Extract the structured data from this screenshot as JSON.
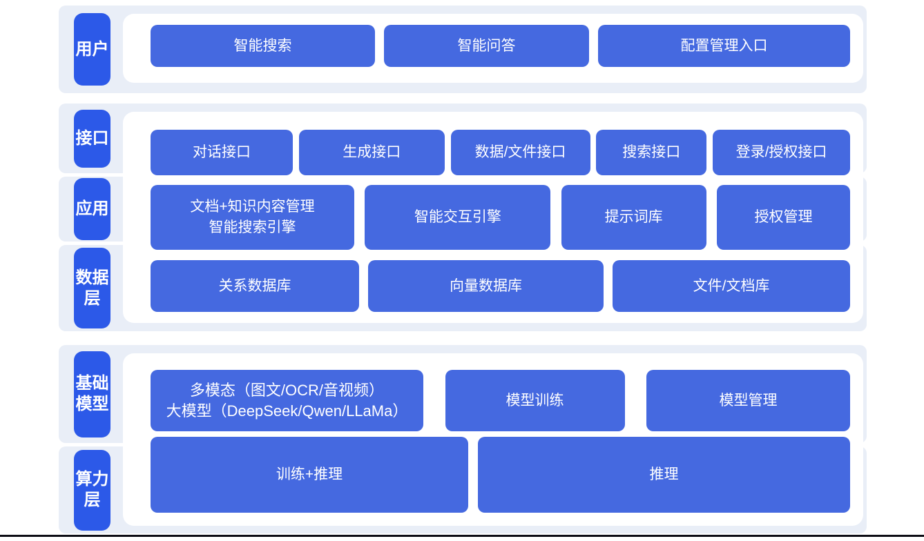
{
  "colors": {
    "band_bg": "#e9eef7",
    "layer_tile_blue": "#2c59e8",
    "node_blue": "#4569e0",
    "text": "#ffffff",
    "bottom_line": "#0c0c14"
  },
  "sections": [
    {
      "name": "user-layer",
      "labels": [
        "用户"
      ],
      "rows": [
        [
          "智能搜索",
          "智能问答",
          "配置管理入口"
        ]
      ]
    },
    {
      "name": "interface-application-data-layers",
      "labels": [
        "接口",
        "应用",
        "数据层"
      ],
      "rows": [
        [
          "对话接口",
          "生成接口",
          "数据/文件接口",
          "搜索接口",
          "登录/授权接口"
        ],
        [
          "文档+知识内容管理\n智能搜索引擎",
          "智能交互引擎",
          "提示词库",
          "授权管理"
        ],
        [
          "关系数据库",
          "向量数据库",
          "文件/文档库"
        ]
      ]
    },
    {
      "name": "foundation-model-compute-layers",
      "labels": [
        "基础模型",
        "算力层"
      ],
      "rows": [
        [
          "多模态（图文/OCR/音视频）\n大模型（DeepSeek/Qwen/LLaMa）",
          "模型训练",
          "模型管理"
        ],
        [
          "训练+推理",
          "推理"
        ]
      ]
    }
  ]
}
